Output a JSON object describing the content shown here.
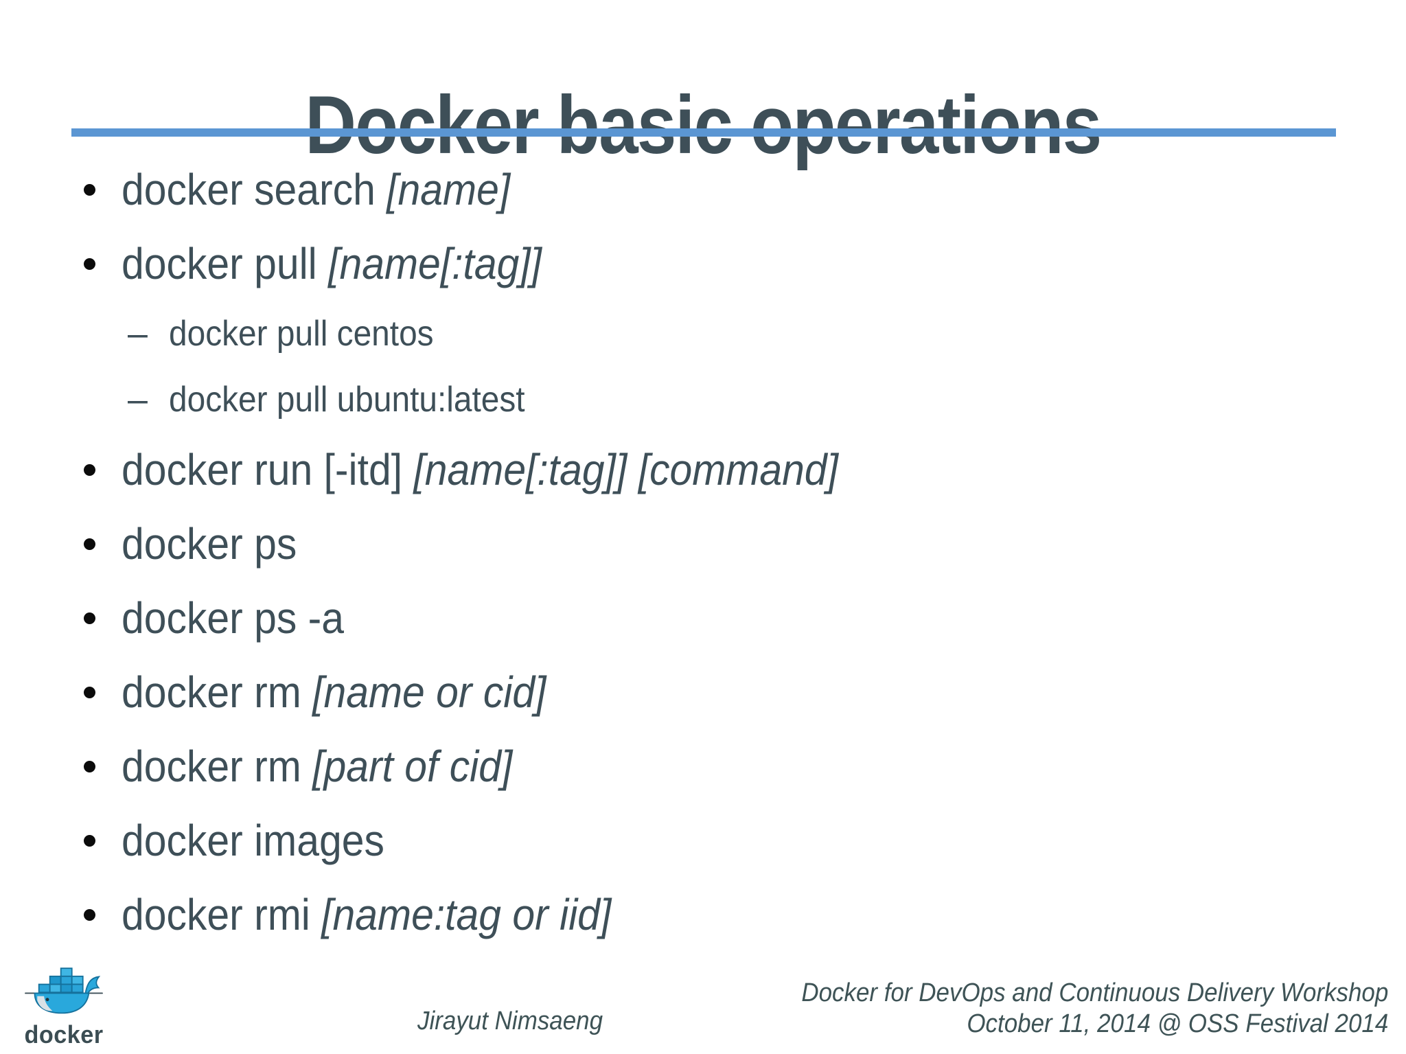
{
  "slide": {
    "title": "Docker basic operations",
    "colors": {
      "text": "#3e4f58",
      "accent_rule": "#5b96d3",
      "bullet_dot": "#0b0b0b",
      "logo_blue": "#29a8dc",
      "logo_wordmark": "#3b4d53"
    },
    "bullets": [
      {
        "level": 1,
        "command": "docker search ",
        "argument": "[name]"
      },
      {
        "level": 1,
        "command": "docker pull ",
        "argument": "[name[:tag]]"
      },
      {
        "level": 2,
        "command": "docker pull centos",
        "argument": ""
      },
      {
        "level": 2,
        "command": "docker pull ubuntu:latest",
        "argument": ""
      },
      {
        "level": 1,
        "command": "docker run [-itd] ",
        "argument": "[name[:tag]] [command]"
      },
      {
        "level": 1,
        "command": "docker ps",
        "argument": ""
      },
      {
        "level": 1,
        "command": "docker ps -a",
        "argument": ""
      },
      {
        "level": 1,
        "command": "docker rm ",
        "argument": "[name or cid]"
      },
      {
        "level": 1,
        "command": "docker rm ",
        "argument": "[part of cid]"
      },
      {
        "level": 1,
        "command": "docker images",
        "argument": ""
      },
      {
        "level": 1,
        "command": "docker rmi ",
        "argument": "[name:tag or iid]"
      }
    ],
    "markers": {
      "level1": "",
      "level2": "–"
    },
    "footer": {
      "logo": {
        "icon": "docker-whale-logo",
        "wordmark": "docker"
      },
      "author": "Jirayut Nimsaeng",
      "event_line1": "Docker for DevOps and Continuous Delivery Workshop",
      "event_line2": "October 11, 2014 @ OSS Festival 2014"
    }
  }
}
